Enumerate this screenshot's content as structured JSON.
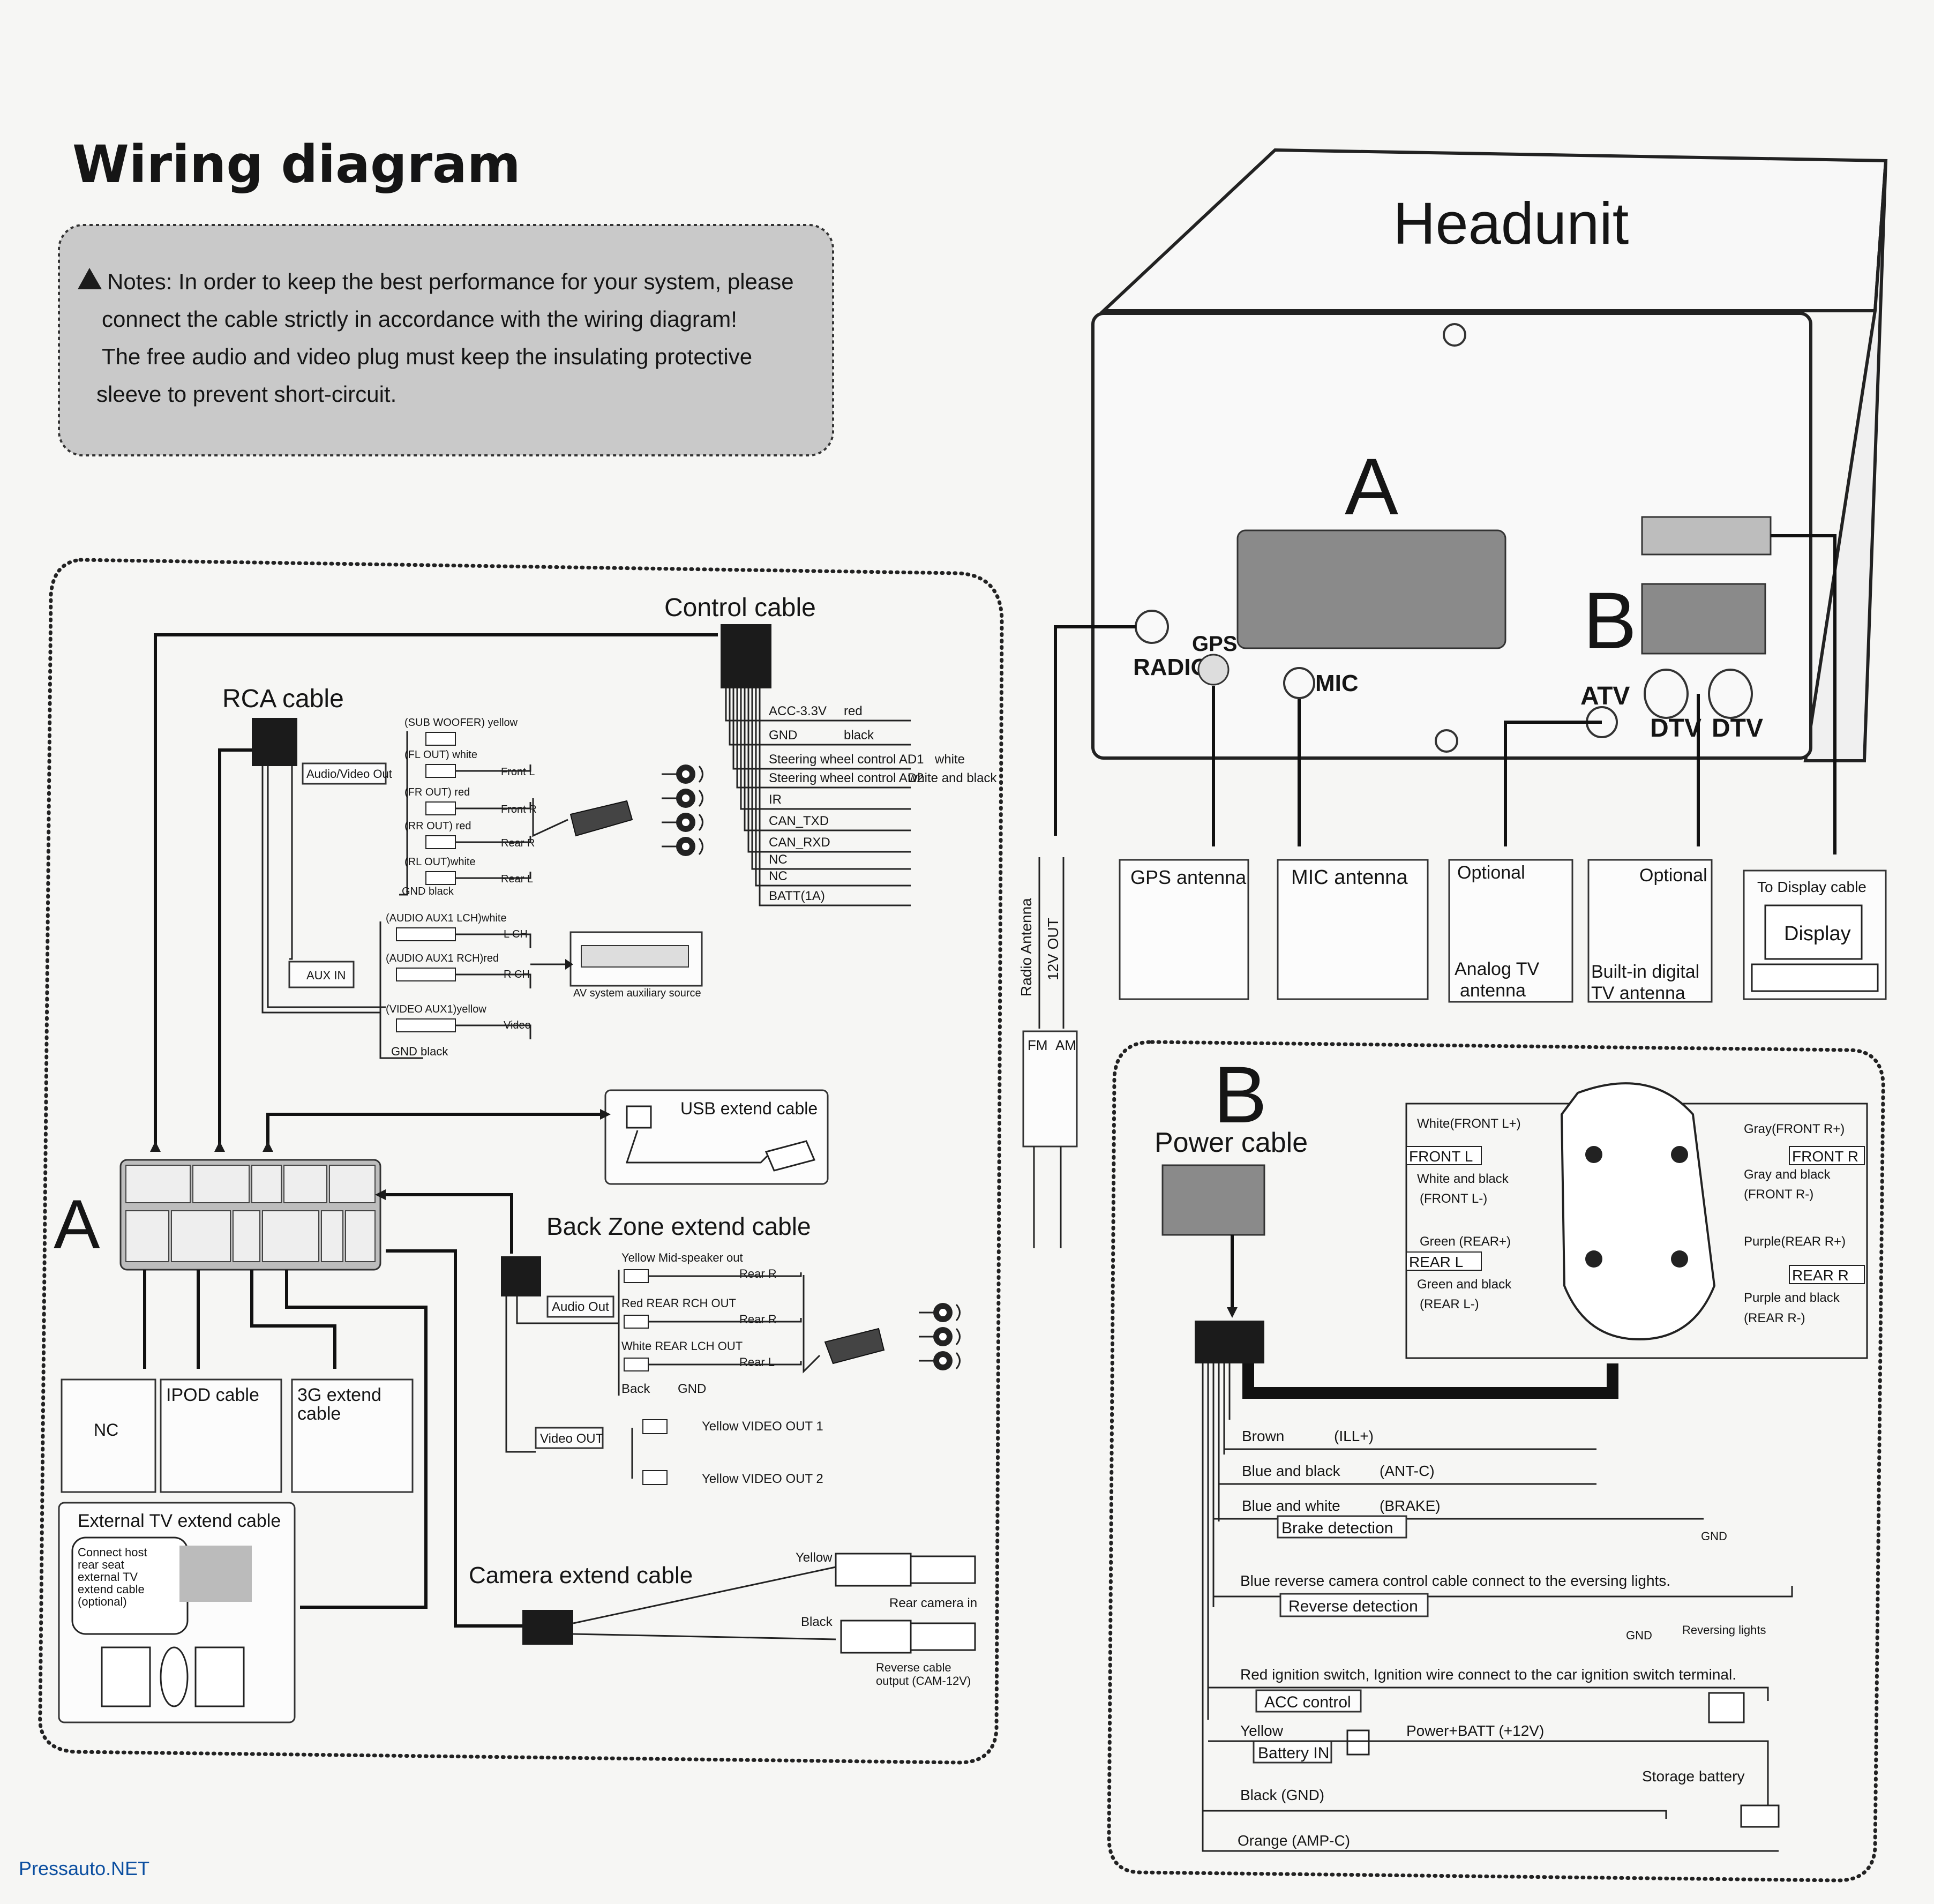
{
  "title": "Wiring diagram",
  "notes": {
    "line1": "Notes: In order to keep the best performance for your system, please",
    "line2": "connect the cable strictly in accordance with the  wiring diagram!",
    "line3": "The free audio and video plug must keep the insulating protective",
    "line4": "sleeve to prevent short-circuit."
  },
  "headunit": {
    "title": "Headunit",
    "conn_a": "A",
    "conn_b": "B",
    "radio": "RADIO",
    "gps": "GPS",
    "mic": "MIC",
    "atv": "ATV",
    "dtv1": "DTV",
    "dtv2": "DTV"
  },
  "antennas": {
    "gps": "GPS antenna",
    "mic": "MIC antenna",
    "optional1": "Optional",
    "analog_tv": [
      "Analog TV",
      "antenna"
    ],
    "optional2": "Optional",
    "digital_tv": [
      "Built-in digital",
      "TV antenna"
    ],
    "display_cable": "To Display cable",
    "display": "Display"
  },
  "radio_antenna": {
    "label1": "Radio Antenna",
    "label2": "12V OUT",
    "fm": "FM",
    "am": "AM"
  },
  "control_cable": {
    "title": "Control cable",
    "wires": [
      {
        "name": "ACC-3.3V",
        "color": "red"
      },
      {
        "name": "GND",
        "color": "black"
      },
      {
        "name": "Steering wheel control AD1",
        "color": "white"
      },
      {
        "name": "Steering wheel control AD2",
        "color": "white and black"
      },
      {
        "name": "IR",
        "color": ""
      },
      {
        "name": "CAN_TXD",
        "color": ""
      },
      {
        "name": "CAN_RXD",
        "color": ""
      },
      {
        "name": "NC",
        "color": ""
      },
      {
        "name": "NC",
        "color": ""
      },
      {
        "name": "BATT(1A)",
        "color": ""
      }
    ]
  },
  "rca_cable": {
    "title": "RCA cable",
    "audio_video_out": "Audio/Video Out",
    "aux_in": "AUX IN",
    "outputs": [
      {
        "name": "(SUB WOOFER) yellow",
        "side": ""
      },
      {
        "name": "(FL OUT) white",
        "side": "Front L"
      },
      {
        "name": "(FR OUT) red",
        "side": "Front R"
      },
      {
        "name": "(RR OUT) red",
        "side": "Rear R"
      },
      {
        "name": "(RL OUT)white",
        "side": "Rear L"
      }
    ],
    "gnd": "GND    black",
    "aux": [
      {
        "name": "(AUDIO AUX1 LCH)white",
        "side": "L CH"
      },
      {
        "name": "(AUDIO AUX1 RCH)red",
        "side": "R CH"
      },
      {
        "name": "(VIDEO AUX1)yellow",
        "side": "Video"
      }
    ],
    "aux_gnd": "GND    black",
    "av_source": "AV system auxiliary source"
  },
  "usb": {
    "title": "USB extend cable"
  },
  "conn_a_label": "A",
  "back_zone": {
    "title": "Back Zone extend cable",
    "audio_out": "Audio Out",
    "video_out": "Video OUT",
    "lines": [
      {
        "name": "Yellow    Mid-speaker out",
        "side": "Rear R"
      },
      {
        "name": "Red   REAR  RCH OUT",
        "side": "Rear R"
      },
      {
        "name": "White   REAR  LCH OUT",
        "side": "Rear L"
      }
    ],
    "back": "Back",
    "gnd": "GND",
    "video1": "Yellow  VIDEO OUT 1",
    "video2": "Yellow  VIDEO OUT 2"
  },
  "small_boxes": {
    "nc": "NC",
    "ipod": "IPOD cable",
    "g3": [
      "3G extend",
      "cable"
    ]
  },
  "external_tv": {
    "title": "External TV extend cable",
    "note": [
      "Connect host",
      "rear seat",
      "external TV",
      "extend cable",
      "(optional)"
    ]
  },
  "camera": {
    "title": "Camera extend cable",
    "yellow": "Yellow",
    "black": "Black",
    "rear_camera": "Rear  camera in",
    "reverse": [
      "Reverse cable",
      "output (CAM-12V)"
    ]
  },
  "power": {
    "letter": "B",
    "title": "Power cable",
    "speakers_left": [
      "White(FRONT L+)",
      "FRONT L",
      "White and black",
      "(FRONT L-)",
      "Green  (REAR+)",
      "REAR L",
      "Green and black",
      "(REAR L-)"
    ],
    "speakers_right": [
      "Gray(FRONT R+)",
      "FRONT R",
      "Gray and black",
      "(FRONT R-)",
      "Purple(REAR R+)",
      "REAR R",
      "Purple and black",
      "(REAR R-)"
    ],
    "wires": [
      {
        "name": "Brown",
        "sig": "(ILL+)"
      },
      {
        "name": "Blue and black",
        "sig": "(ANT-C)"
      },
      {
        "name": "Blue and white",
        "sig": "(BRAKE)"
      }
    ],
    "brake_detection": "Brake detection",
    "gnd": "GND",
    "reverse_note": "Blue  reverse camera control cable connect to the eversing lights.",
    "reverse_detection": "Reverse detection",
    "reversing_lights": "Reversing lights",
    "ignition_note": "Red  ignition switch, Ignition wire connect to the car ignition switch terminal.",
    "acc_control": "ACC control",
    "yellow": "Yellow",
    "battery_in": "Battery IN",
    "power_batt": "Power+BATT (+12V)",
    "black_gnd": "Black (GND)",
    "storage_battery": "Storage battery",
    "orange": "Orange  (AMP-C)"
  },
  "watermark": "Pressauto.NET"
}
